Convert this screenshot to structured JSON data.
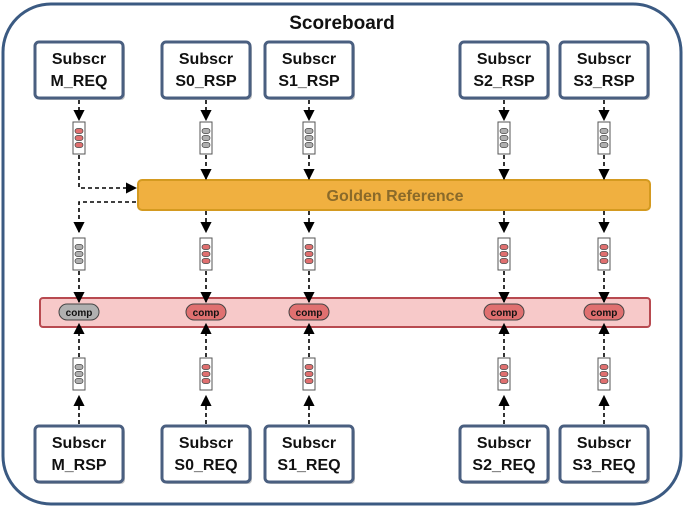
{
  "title": "Scoreboard",
  "golden_label": "Golden Reference",
  "comp_label": "comp",
  "top_subscribers": [
    {
      "line1": "Subscr",
      "line2": "M_REQ"
    },
    {
      "line1": "Subscr",
      "line2": "S0_RSP"
    },
    {
      "line1": "Subscr",
      "line2": "S1_RSP"
    },
    {
      "line1": "Subscr",
      "line2": "S2_RSP"
    },
    {
      "line1": "Subscr",
      "line2": "S3_RSP"
    }
  ],
  "bottom_subscribers": [
    {
      "line1": "Subscr",
      "line2": "M_RSP"
    },
    {
      "line1": "Subscr",
      "line2": "S0_REQ"
    },
    {
      "line1": "Subscr",
      "line2": "S1_REQ"
    },
    {
      "line1": "Subscr",
      "line2": "S2_REQ"
    },
    {
      "line1": "Subscr",
      "line2": "S3_REQ"
    }
  ],
  "comp_colors": [
    "gray",
    "red",
    "red",
    "red",
    "red"
  ],
  "colors": {
    "border_blue": "#3b5a82",
    "box_border": "#4a5f80",
    "golden_fill": "#f0b040",
    "golden_stroke": "#d49a20",
    "golden_text": "#8a6a2a",
    "comp_bar_fill": "#f7c9c9",
    "comp_bar_stroke": "#b84a50",
    "comp_red": "#e07070",
    "comp_gray": "#b0b0b0"
  }
}
